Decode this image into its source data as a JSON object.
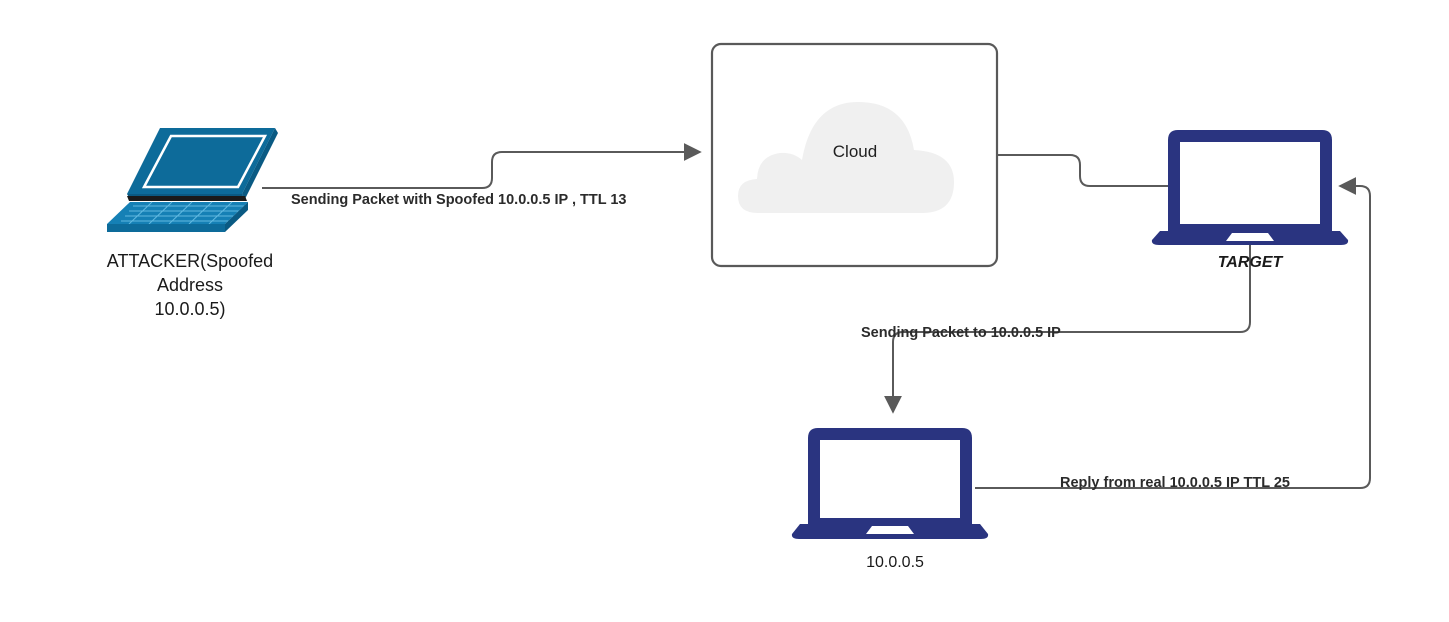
{
  "diagram": {
    "title": "IP Spoofing Packet Flow",
    "background": "#ffffff",
    "colors": {
      "attacker_device": "#0d6b9a",
      "network_device": "#2a3480",
      "connector": "#5a5a5a",
      "cloud_fill": "#f0f0f0",
      "box_border": "#595959",
      "label_text": "#1a1a1a",
      "edge_label_text": "#2b2b2b"
    }
  },
  "nodes": {
    "attacker": {
      "icon": "laptop-isometric-icon",
      "label_lines": "ATTACKER(Spoofed\nAddress\n10.0.0.5)"
    },
    "cloud": {
      "icon": "cloud-icon",
      "label": "Cloud"
    },
    "target": {
      "icon": "laptop-icon",
      "label": "TARGET"
    },
    "victim": {
      "icon": "laptop-icon",
      "label": "10.0.0.5"
    }
  },
  "edges": [
    {
      "id": "attacker-to-cloud",
      "label": "Sending Packet with Spoofed 10.0.0.5 IP , TTL 13",
      "from": "attacker",
      "to": "cloud",
      "arrow": "end"
    },
    {
      "id": "cloud-to-target",
      "label": "",
      "from": "cloud",
      "to": "target",
      "arrow": "none"
    },
    {
      "id": "target-to-victim",
      "label": "Sending Packet to 10.0.0.5 IP",
      "from": "target",
      "to": "victim",
      "arrow": "end"
    },
    {
      "id": "victim-to-target",
      "label": "Reply from real 10.0.0.5 IP TTL 25",
      "from": "victim",
      "to": "target",
      "arrow": "end"
    }
  ]
}
